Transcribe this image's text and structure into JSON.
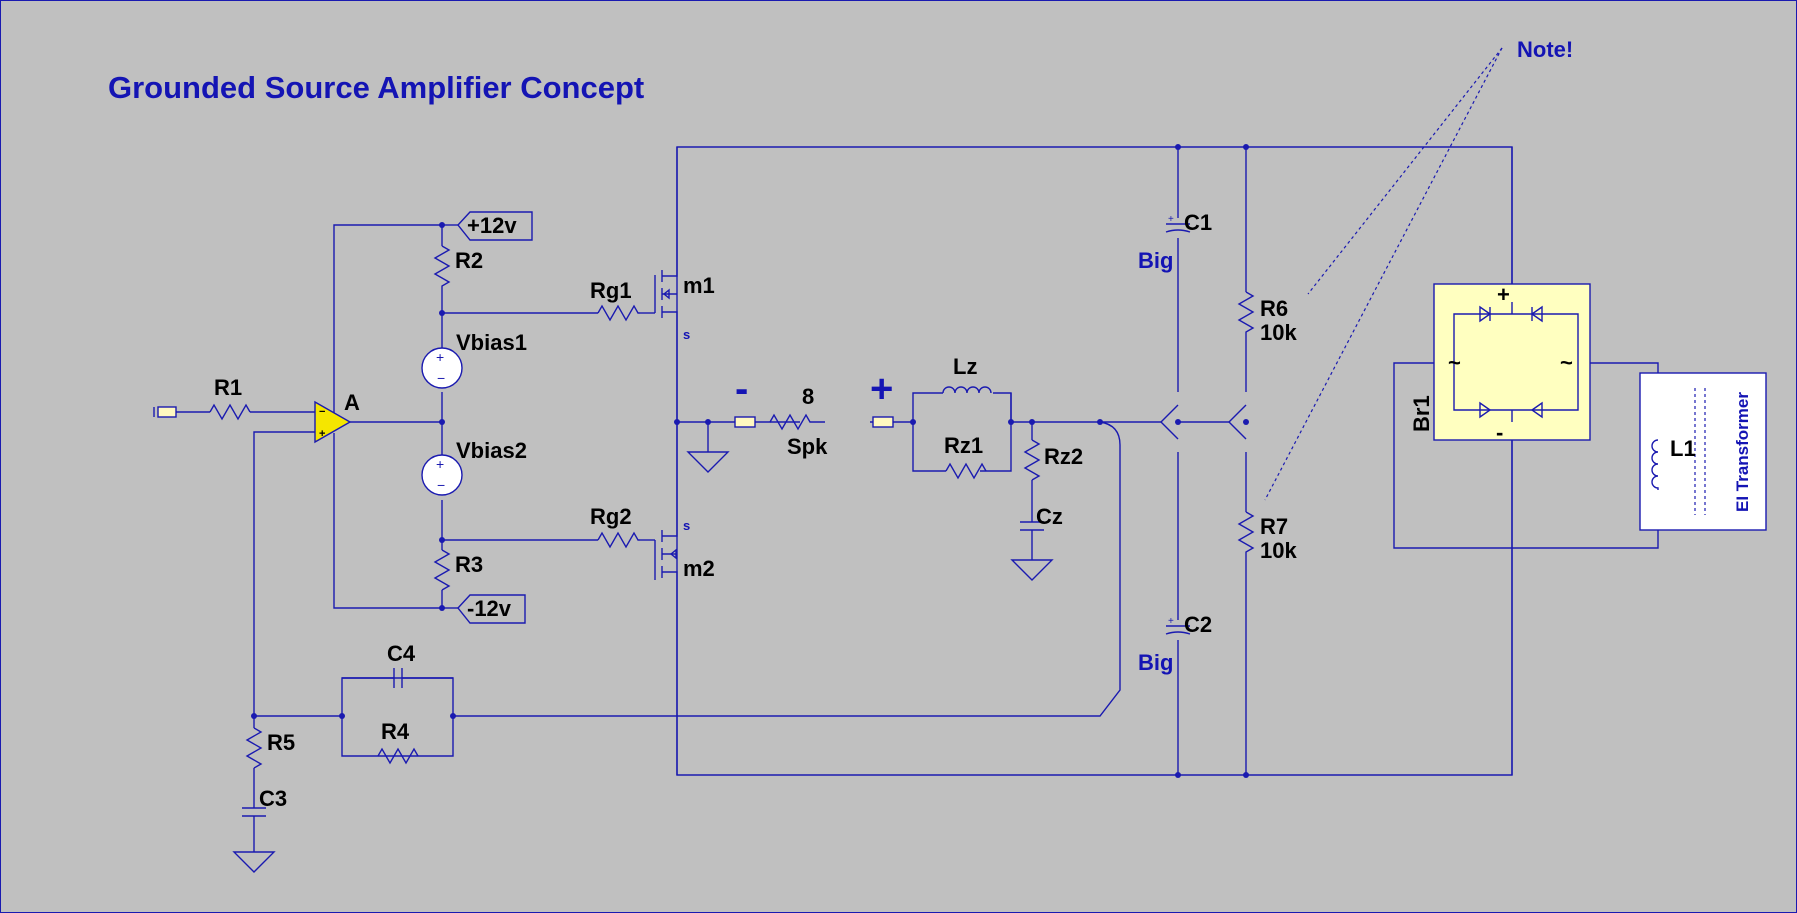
{
  "title": "Grounded Source Amplifier Concept",
  "note": "Note!",
  "power_labels": {
    "pos": "+12v",
    "neg": "-12v"
  },
  "components": {
    "r1": "R1",
    "r2": "R2",
    "r3": "R3",
    "r4": "R4",
    "r5": "R5",
    "r6": "R6",
    "r6_value": "10k",
    "r7": "R7",
    "r7_value": "10k",
    "rg1": "Rg1",
    "rg2": "Rg2",
    "m1": "m1",
    "m2": "m2",
    "source_tag": "s",
    "vbias1": "Vbias1",
    "vbias2": "Vbias2",
    "opamp": "A",
    "c1": "C1",
    "c1_value": "Big",
    "c2": "C2",
    "c2_value": "Big",
    "c3": "C3",
    "c4": "C4",
    "cz": "Cz",
    "lz": "Lz",
    "rz1": "Rz1",
    "rz2": "Rz2",
    "spk": "Spk",
    "spk_value": "8",
    "spk_minus": "-",
    "spk_plus": "+",
    "br1": "Br1",
    "br_plus": "+",
    "br_minus": "-",
    "br_ac": "~",
    "l1": "L1",
    "transformer": "EI Transformer"
  },
  "colors": {
    "background": "#c0c0c0",
    "wire": "#1a1ab0",
    "opamp_fill": "#f5e600",
    "bridge_fill": "#ffffc0"
  }
}
